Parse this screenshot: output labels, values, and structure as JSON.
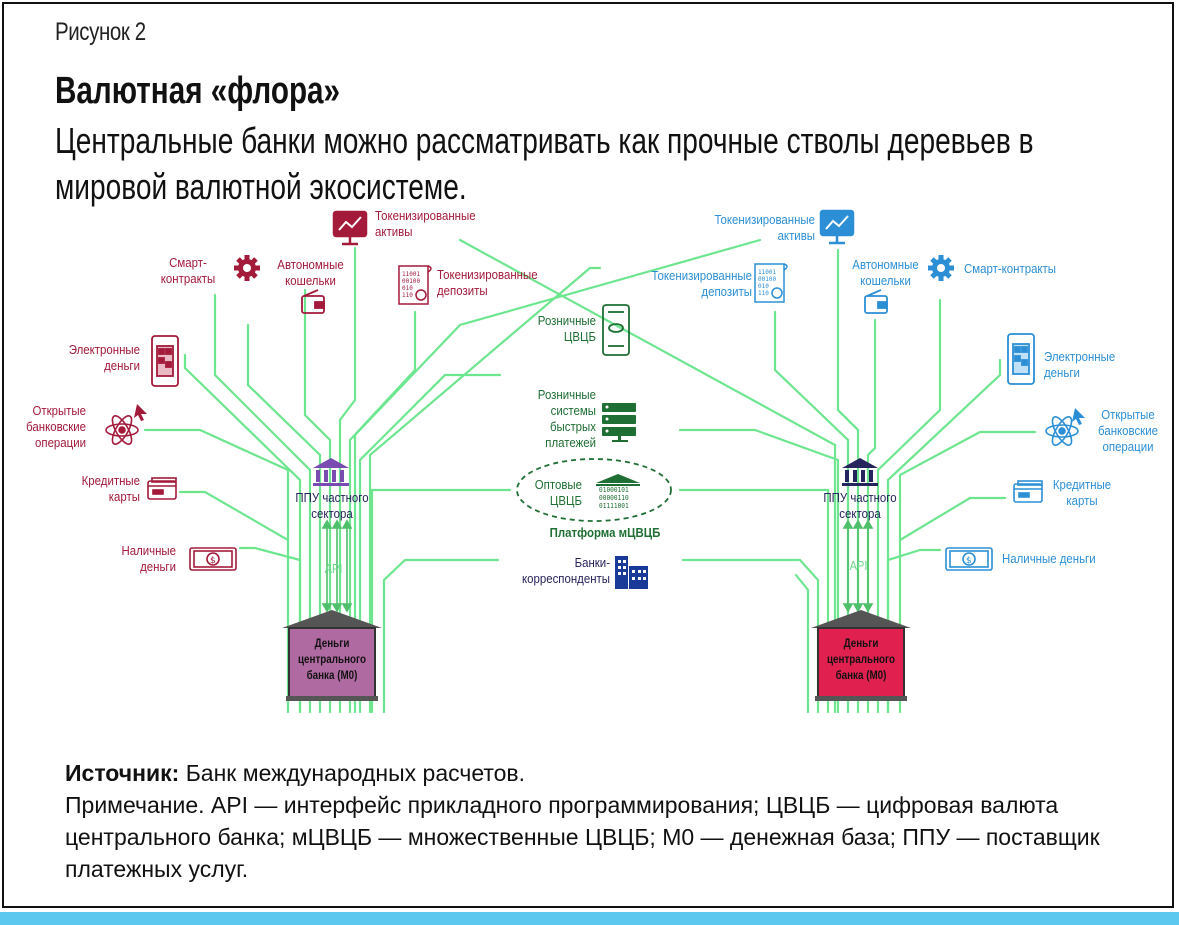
{
  "figure_label": "Рисунок 2",
  "title": "Валютная «флора»",
  "subtitle": "Центральные банки можно рассматривать как прочные стволы деревьев в мировой валютной экосистеме.",
  "colors": {
    "green_lines": "#6ee58f",
    "left_accent": "#a31a3a",
    "right_accent": "#2c8fd6",
    "center_green": "#1f6e33",
    "left_bank_fill": "#b06aa2",
    "right_bank_fill": "#e0214f",
    "roof": "#555555"
  },
  "left_tree": {
    "tokenized_assets": "Токенизированные\nактивы",
    "smart_contracts": "Смарт-\nконтракты",
    "autonomous_wallets": "Автономные\nкошельки",
    "tokenized_deposits": "Токенизированные\nдепозиты",
    "e_money": "Электронные\nденьги",
    "open_banking": "Открытые\nбанковские\nоперации",
    "credit_cards": "Кредитные\nкарты",
    "cash": "Наличные\nденьги",
    "psp": "ППУ частного\nсектора",
    "api": "API",
    "central_bank": "Деньги\nцентрального\nбанка (М0)"
  },
  "right_tree": {
    "tokenized_assets": "Токенизированные\nактивы",
    "tokenized_deposits": "Токенизированные\nдепозиты",
    "autonomous_wallets": "Автономные\nкошельки",
    "smart_contracts": "Смарт-контракты",
    "e_money": "Электронные\nденьги",
    "open_banking": "Открытые\nбанковские\nоперации",
    "credit_cards": "Кредитные\nкарты",
    "cash": "Наличные деньги",
    "psp": "ППУ частного\nсектора",
    "api": "API",
    "central_bank": "Деньги\nцентрального\nбанка (М0)"
  },
  "center": {
    "retail_cbdc": "Розничные\nЦВЦБ",
    "fast_payments": "Розничные\nсистемы\nбыстрых\nплатежей",
    "wholesale_cbdc": "Оптовые\nЦВЦБ",
    "mcbdc_platform": "Платформа мЦВЦБ",
    "correspondent_banks": "Банки-\nкорреспонденты",
    "binary_text": "01000101\n00000110\n01111001"
  },
  "icons": {
    "tokenized_assets": "monitor-chart-icon",
    "smart_contracts": "gear-icon",
    "autonomous_wallets": "wallet-icon",
    "tokenized_deposits": "binary-certificate-icon",
    "e_money": "smartphone-qr-icon",
    "open_banking": "atom-cursor-icon",
    "credit_cards": "credit-card-icon",
    "cash": "banknote-icon",
    "psp": "bank-building-icon",
    "retail_cbdc": "smartphone-coin-icon",
    "fast_payments": "server-rack-icon",
    "wholesale_cbdc": "bank-binary-icon",
    "correspondent_banks": "office-buildings-icon"
  },
  "footer": {
    "source_label": "Источник:",
    "source_text": " Банк международных расчетов.",
    "note": "Примечание. API — интерфейс прикладного программирования; ЦВЦБ — цифровая валюта центрального банка; мЦВЦБ — множественные ЦВЦБ; М0 — денежная база; ППУ — поставщик платежных услуг."
  }
}
